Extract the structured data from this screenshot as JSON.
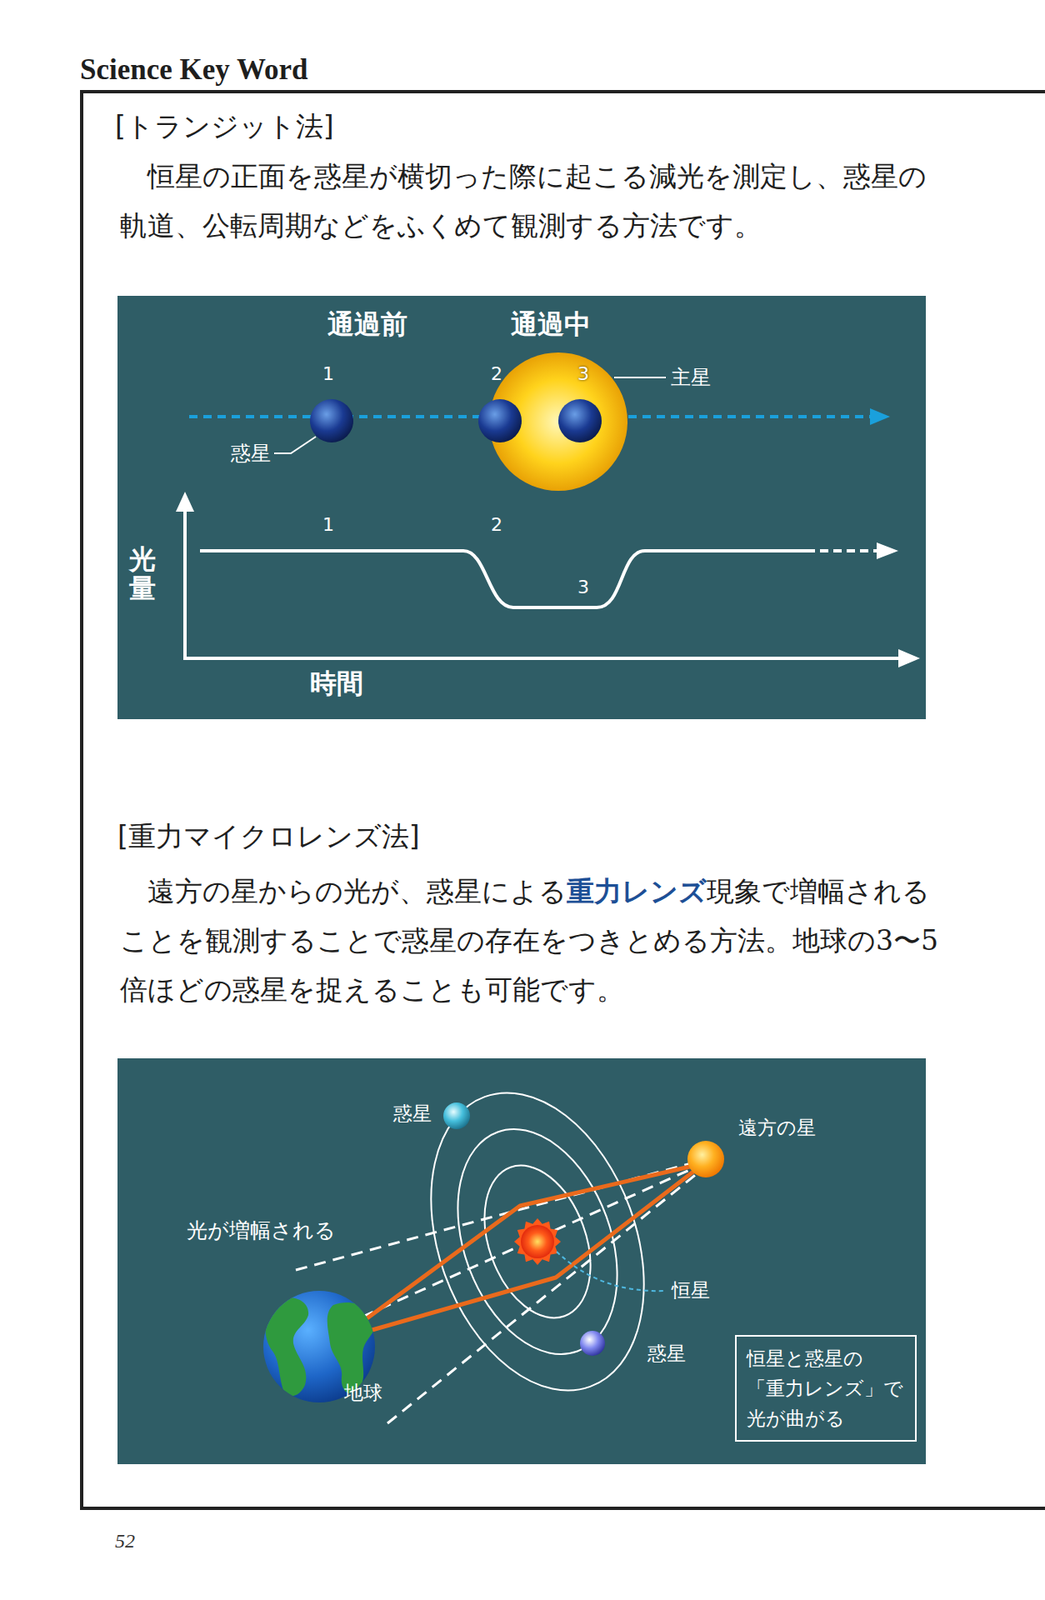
{
  "diagram": {
    "nodes": [
      {
        "text": [
          "恒星と惑星の 「重力レンズ」で 光が曲がる"
        ]
      }
    ],
    "labels": [
      "Science Key Word",
      "[トランジット法]",
      "恒星の正面を惑星が横切った際に起こる減光を測定し、惑星の 軌道、公転周期などをふくめて観測する方法です。",
      "通過前",
      "通過中",
      "1",
      "2",
      "3",
      "主星",
      "惑星",
      "1",
      "2",
      "光量",
      "3",
      "時間",
      "[重力マイクロレンズ法]",
      "遠方の星からの光が、惑星による",
      "重力レンズ",
      "現象で増幅される ことを観測することで惑星の存在をつきとめる方法。地球の3〜5 倍ほどの惑星を捉えることも可能です。",
      "惑星",
      "遠方の星",
      "光が増幅される",
      "恒星",
      "惑星",
      "地球",
      "52"
    ]
  }
}
